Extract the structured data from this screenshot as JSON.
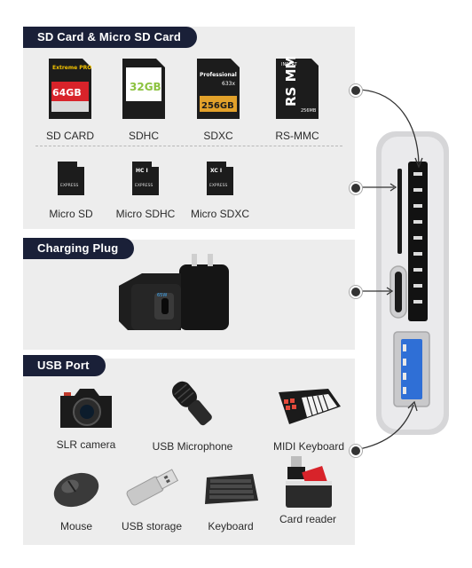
{
  "sections": {
    "sd": {
      "title": "SD Card & Micro SD Card",
      "cards": [
        {
          "label": "SD CARD",
          "brand": "Extreme PRO",
          "capacity": "64GB"
        },
        {
          "label": "SDHC",
          "capacity": "32GB"
        },
        {
          "label": "SDXC",
          "brand": "Professional",
          "speed": "633x",
          "capacity": "256GB"
        },
        {
          "label": "RS-MMC",
          "top": "INSERT",
          "capacity": "256MB",
          "mark": "RS MMC"
        }
      ],
      "micro": [
        {
          "label": "Micro SD",
          "brand": "EXPRESS"
        },
        {
          "label": "Micro SDHC",
          "brand": "EXPRESS"
        },
        {
          "label": "Micro SDXC",
          "brand": "EXPRESS"
        }
      ]
    },
    "charging": {
      "title": "Charging Plug"
    },
    "usb": {
      "title": "USB Port",
      "devices": [
        {
          "label": "SLR camera"
        },
        {
          "label": "USB Microphone"
        },
        {
          "label": "MIDI Keyboard"
        },
        {
          "label": "Mouse"
        },
        {
          "label": "USB storage"
        },
        {
          "label": "Keyboard"
        },
        {
          "label": "Card reader"
        }
      ]
    }
  },
  "colors": {
    "badge": "#1a2038",
    "panel": "#ededed",
    "adapter": "#e4e4e6"
  }
}
